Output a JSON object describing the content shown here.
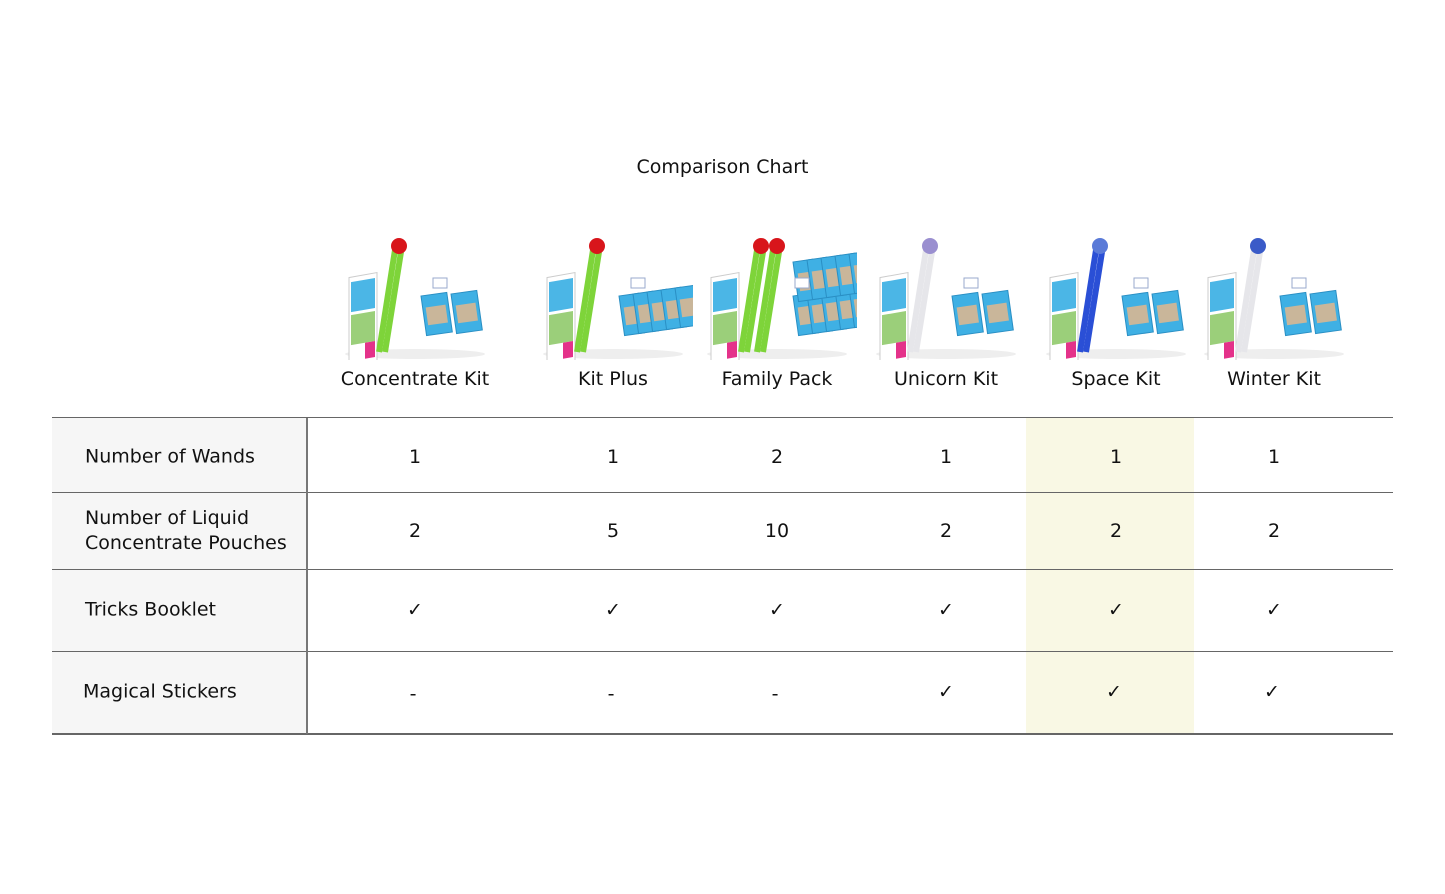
{
  "title": "Comparison Chart",
  "products": [
    {
      "name": "Concentrate Kit",
      "wand_color": "#7ed43a",
      "handle_color": "#d8151b",
      "pouches": 2,
      "wands": 1
    },
    {
      "name": "Kit Plus",
      "wand_color": "#7ed43a",
      "handle_color": "#d8151b",
      "pouches": 5,
      "wands": 1
    },
    {
      "name": "Family Pack",
      "wand_color": "#7ed43a",
      "handle_color": "#d8151b",
      "pouches": 10,
      "wands": 2
    },
    {
      "name": "Unicorn Kit",
      "wand_color": "#e6e6ea",
      "handle_color": "#9a8fd0",
      "pouches": 2,
      "wands": 1
    },
    {
      "name": "Space Kit",
      "wand_color": "#2a4fd6",
      "handle_color": "#5a7ad8",
      "pouches": 2,
      "wands": 1
    },
    {
      "name": "Winter Kit",
      "wand_color": "#e6e6ea",
      "handle_color": "#3a5bc8",
      "pouches": 2,
      "wands": 1
    }
  ],
  "rows": [
    {
      "label": "Number of Wands",
      "values": [
        "1",
        "1",
        "2",
        "1",
        "1",
        "1"
      ]
    },
    {
      "label": "Number of Liquid\nConcentrate Pouches",
      "values": [
        "2",
        "5",
        "10",
        "2",
        "2",
        "2"
      ]
    },
    {
      "label": "Tricks Booklet",
      "values": [
        "✓",
        "✓",
        "✓",
        "✓",
        "✓",
        "✓"
      ]
    },
    {
      "label": "Magical Stickers",
      "values": [
        "-",
        "-",
        "-",
        "✓",
        "✓",
        "✓"
      ]
    }
  ],
  "highlight_column": "Space Kit",
  "highlight_color": "#f9f8e4"
}
